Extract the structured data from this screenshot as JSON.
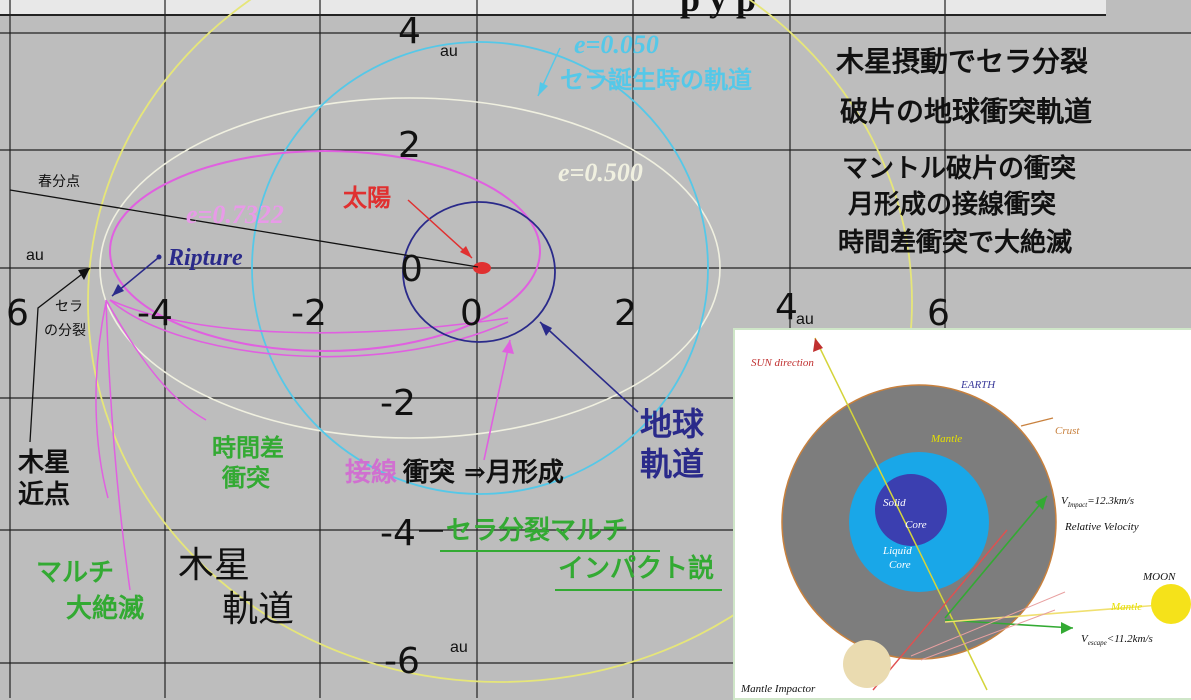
{
  "header": {
    "title_partial": "p  y p"
  },
  "axes": {
    "x_ticks": [
      "6",
      "-4",
      "-2",
      "0",
      "2",
      "4",
      "6"
    ],
    "y_ticks": [
      "4",
      "2",
      "0",
      "-2",
      "-4",
      "-6"
    ],
    "unit": "au"
  },
  "orbit_labels": {
    "e050_value": "e=0.050",
    "e050_desc": "セラ誕生時の軌道",
    "e500": "e=0.500",
    "e7322": "e=0.7322",
    "sun": "太陽",
    "vernal_equinox": "春分点",
    "ripture": "Ripture",
    "sera_break_1": "セラ",
    "sera_break_2": "の分裂",
    "jupiter_perihelion_1": "木星",
    "jupiter_perihelion_2": "近点",
    "time_diff_1": "時間差",
    "time_diff_2": "衝突",
    "tangent_collision_a": "接線",
    "tangent_collision_b": "衝突 ⇒月形成",
    "earth_orbit_1": "地球",
    "earth_orbit_2": "軌道",
    "multi_impact_1": "セラ分裂マルチ",
    "multi_impact_2": "インパクト説",
    "multi_extinction_1": "マルチ",
    "multi_extinction_2": "大絶滅",
    "jupiter_orbit_1": "木星",
    "jupiter_orbit_2": "軌道"
  },
  "notes": [
    "木星摂動でセラ分裂",
    "破片の地球衝突軌道",
    "マントル破片の衝突",
    "月形成の接線衝突",
    "時間差衝突で大絶滅"
  ],
  "inset": {
    "sun_direction": "SUN direction",
    "earth": "EARTH",
    "mantle": "Mantle",
    "crust": "Crust",
    "solid_core_1": "Solid",
    "solid_core_2": "Core",
    "liquid_core_1": "Liquid",
    "liquid_core_2": "Core",
    "v_impact": "V",
    "v_impact_sub": "Impact",
    "v_impact_value": "=12.3km/s",
    "relative_velocity": "Relative Velocity",
    "moon": "MOON",
    "moon_mantle": "Mantle",
    "v_escape": "V",
    "v_escape_sub": "escape",
    "v_escape_value": "<11.2km/s",
    "mantle_impactor": "Mantle Impactor"
  },
  "colors": {
    "background": "#bdbdbd",
    "jupiter_orbit": "#e6e679",
    "e050_orbit": "#55c8e8",
    "e500_orbit": "#f0f0e0",
    "e7322_orbit": "#e060e0",
    "earth_orbit": "#2a2a8a",
    "sun": "#e03030",
    "green_text": "#33aa33"
  }
}
